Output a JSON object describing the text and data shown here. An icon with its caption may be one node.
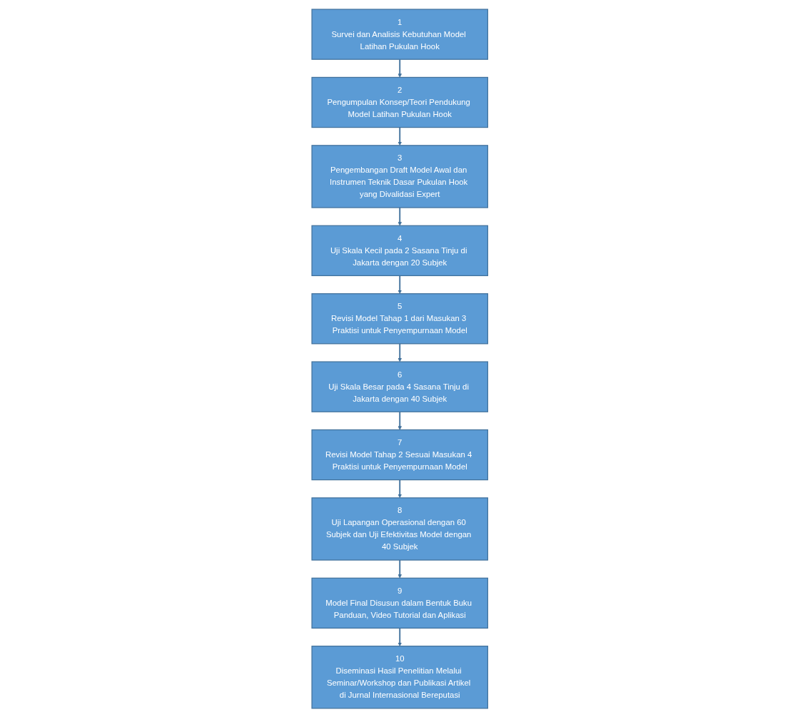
{
  "diagram": {
    "nodes": [
      {
        "text": [
          "1",
          "Survei dan Analisis Kebutuhan Model Latihan Pukulan Hook"
        ]
      },
      {
        "text": [
          "2",
          "Pengumpulan Konsep/Teori Pendukung Model Latihan Pukulan Hook"
        ]
      },
      {
        "text": [
          "3",
          "Pengembangan Draft Model Awal dan Instrumen Teknik Dasar Pukulan Hook yang Divalidasi Expert"
        ]
      },
      {
        "text": [
          "4",
          "Uji Skala Kecil pada 2 Sasana Tinju di Jakarta dengan 20 Subjek"
        ]
      },
      {
        "text": [
          "5",
          "Revisi Model Tahap 1 dari Masukan 3 Praktisi untuk Penyempurnaan Model"
        ]
      },
      {
        "text": [
          "6",
          "Uji Skala Besar pada 4 Sasana Tinju di Jakarta dengan 40 Subjek"
        ]
      },
      {
        "text": [
          "7",
          "Revisi Model Tahap 2 Sesuai Masukan 4 Praktisi untuk Penyempurnaan Model"
        ]
      },
      {
        "text": [
          "8",
          "Uji Lapangan Operasional dengan 60 Subjek dan Uji Efektivitas Model dengan 40 Subjek"
        ]
      },
      {
        "text": [
          "9",
          "Model Final Disusun dalam Bentuk Buku Panduan, Video Tutorial dan Aplikasi"
        ]
      },
      {
        "text": [
          "10",
          "Diseminasi Hasil Penelitian Melalui Seminar/Workshop dan Publikasi Artikel di Jurnal Internasional Bereputasi"
        ]
      }
    ],
    "edges": [
      {
        "from": 0,
        "to": 1,
        "arrow": "to"
      },
      {
        "from": 1,
        "to": 2,
        "arrow": "to"
      },
      {
        "from": 2,
        "to": 3,
        "arrow": "to"
      },
      {
        "from": 3,
        "to": 4,
        "arrow": "to"
      },
      {
        "from": 4,
        "to": 5,
        "arrow": "to"
      },
      {
        "from": 5,
        "to": 6,
        "arrow": "to"
      },
      {
        "from": 6,
        "to": 7,
        "arrow": "to"
      },
      {
        "from": 7,
        "to": 8,
        "arrow": "to"
      },
      {
        "from": 8,
        "to": 9,
        "arrow": "to"
      }
    ]
  }
}
